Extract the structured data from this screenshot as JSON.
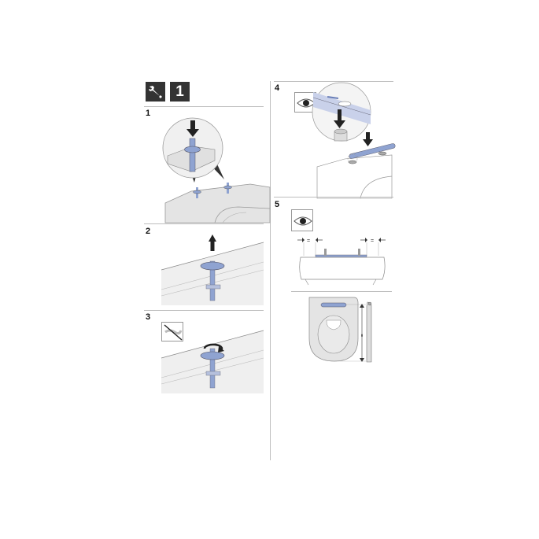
{
  "header": {
    "tool_icon": "wrench-icon",
    "badge_label": "1"
  },
  "steps": [
    {
      "number": "1",
      "illustration": "push-in-seat-fixing-bolts-into-toilet-holes",
      "callout": "magnified-detail-circle"
    },
    {
      "number": "2",
      "illustration": "pull-up-bolt-cone",
      "arrow": "arrow-up-icon"
    },
    {
      "number": "3",
      "illustration": "hand-tighten-nut",
      "icon": "no-tool-icon",
      "arrow": "rotate-icon"
    },
    {
      "number": "4",
      "illustration": "place-hinge-bar-onto-bolts",
      "icon": "eye-icon",
      "arrow": "arrow-down-icon"
    },
    {
      "number": "5",
      "illustration": "align-seat-equal-margins",
      "icon": "eye-icon",
      "dimension_label": "="
    }
  ],
  "colors": {
    "badge_bg": "#333333",
    "part_blue": "#8fa3d1",
    "surface_gray": "#e6e6e6",
    "divider": "#bdbdbd",
    "outline": "#777777"
  }
}
